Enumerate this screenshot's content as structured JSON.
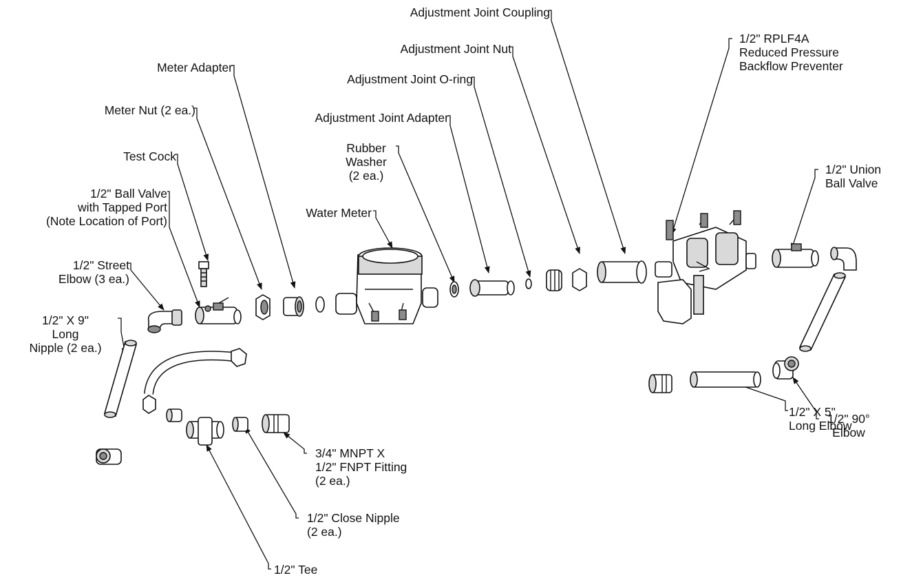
{
  "labels": {
    "coupling": [
      "Adjustment Joint Coupling"
    ],
    "joint_nut": [
      "Adjustment Joint Nut"
    ],
    "oring": [
      "Adjustment Joint O-ring"
    ],
    "joint_adapter": [
      "Adjustment Joint Adapter"
    ],
    "meter_adapter": [
      "Meter Adapter"
    ],
    "meter_nut": [
      "Meter Nut (2 ea.)"
    ],
    "test_cock": [
      "Test Cock"
    ],
    "ball_valve": [
      "1/2\" Ball Valve",
      "with Tapped Port",
      "(Note Location of Port)"
    ],
    "street_elbow": [
      "1/2\" Street",
      "Elbow (3 ea.)"
    ],
    "long_nipple": [
      "1/2\" X 9\"",
      "Long",
      "Nipple (2 ea.)"
    ],
    "rubber_washer": [
      "Rubber",
      "Washer",
      "(2 ea.)"
    ],
    "water_meter": [
      "Water Meter"
    ],
    "backflow": [
      "1/2\" RPLF4A",
      "Reduced Pressure",
      "Backflow Preventer"
    ],
    "union_valve": [
      "1/2\" Union",
      "Ball Valve"
    ],
    "elbow90": [
      "1/2\" 90°",
      "Elbow"
    ],
    "long_elbow": [
      "1/2\" X 5\"",
      "Long Elbow"
    ],
    "mnpt": [
      "3/4\" MNPT X",
      "1/2\" FNPT Fitting",
      "(2 ea.)"
    ],
    "close_nipple": [
      "1/2\" Close Nipple",
      "(2 ea.)"
    ],
    "tee": [
      "1/2\" Tee"
    ]
  }
}
